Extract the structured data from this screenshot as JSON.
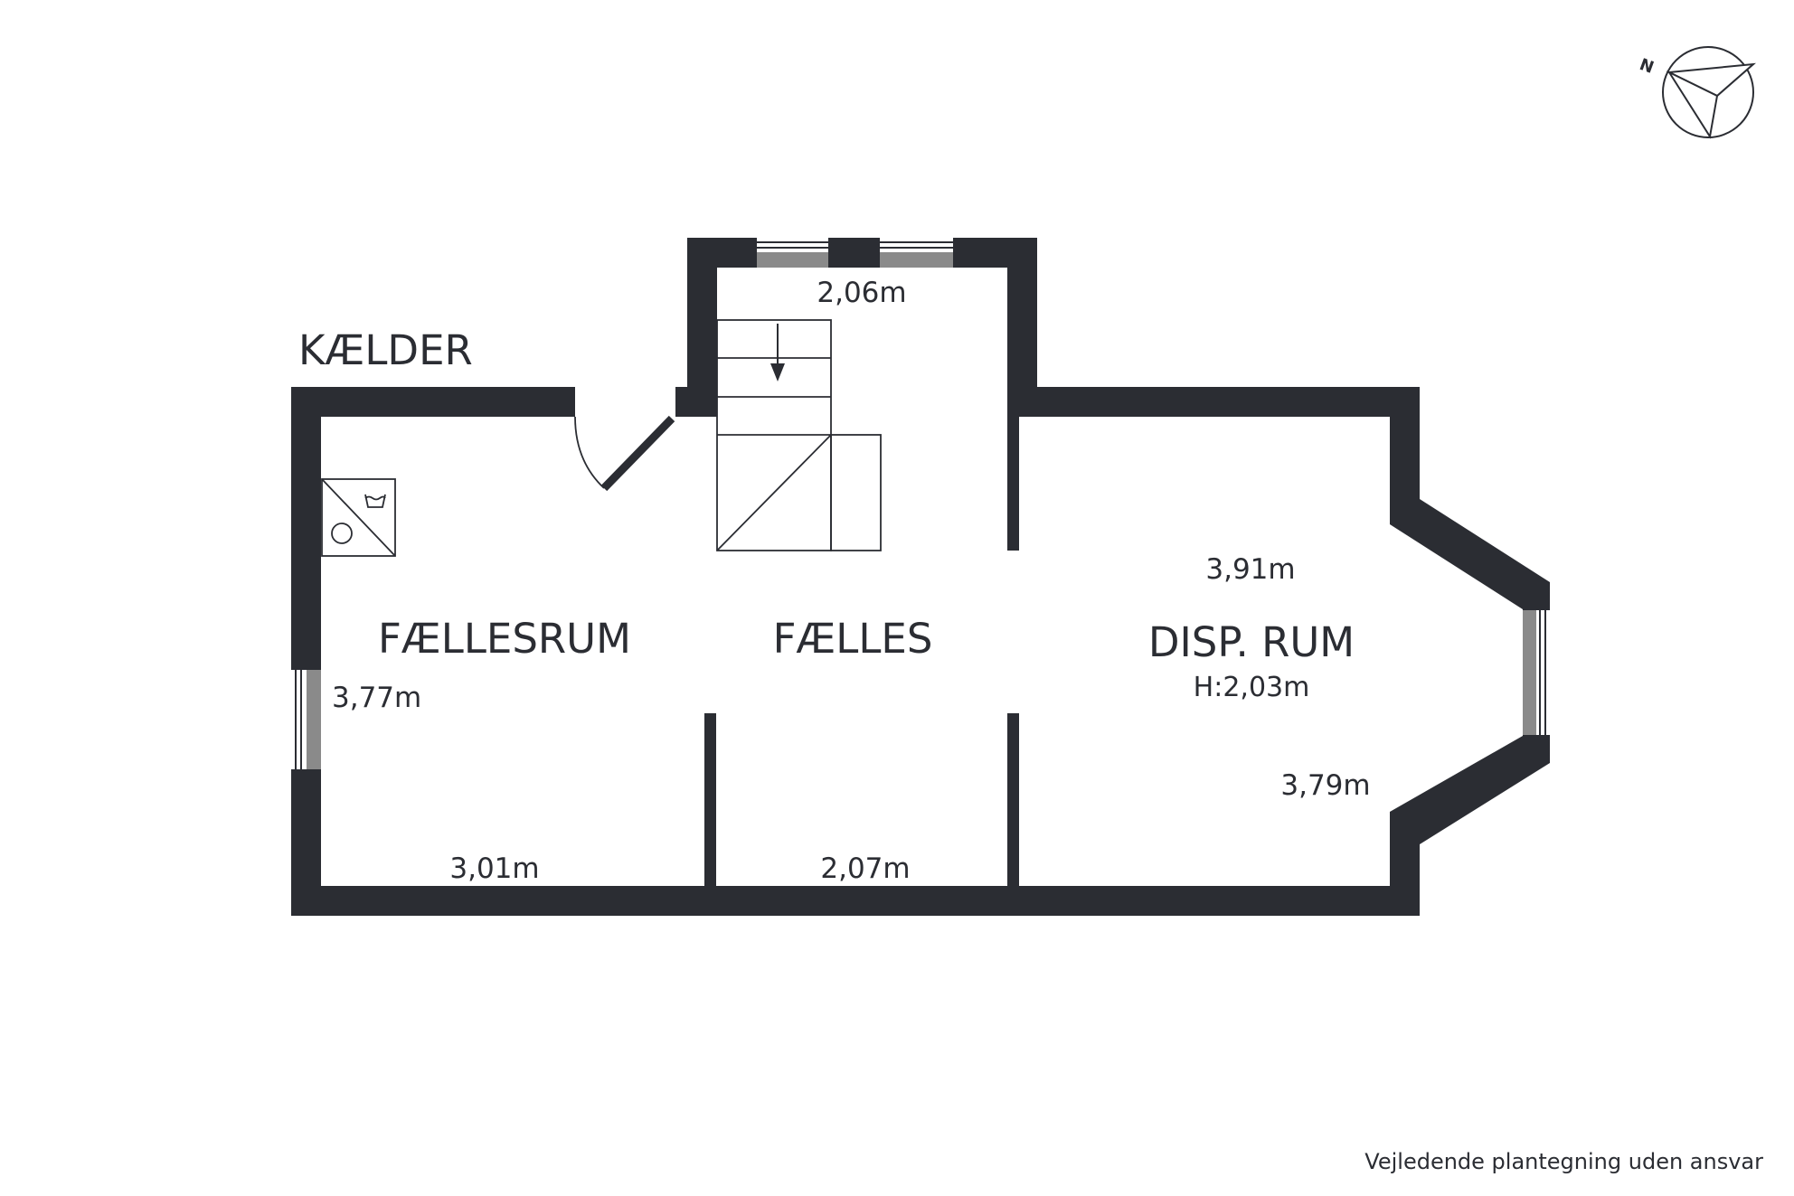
{
  "floor": {
    "name": "KÆLDER"
  },
  "rooms": [
    {
      "name": "FÆLLESRUM",
      "dimensions": [
        "3,77m",
        "3,01m"
      ]
    },
    {
      "name": "FÆLLES",
      "dimensions": [
        "2,06m",
        "2,07m"
      ]
    },
    {
      "name": "DISP. RUM",
      "height": "H:2,03m",
      "dimensions": [
        "3,91m",
        "3,79m"
      ]
    }
  ],
  "compass": {
    "north_letter": "N"
  },
  "footer": {
    "disclaimer": "Vejledende plantegning uden ansvar"
  },
  "colors": {
    "wall": "#2b2d33",
    "window": "#8a8a8a",
    "background": "#ffffff"
  },
  "icons": [
    "compass-icon",
    "washer-icon",
    "wash-symbol-icon",
    "stair-arrow-icon"
  ]
}
